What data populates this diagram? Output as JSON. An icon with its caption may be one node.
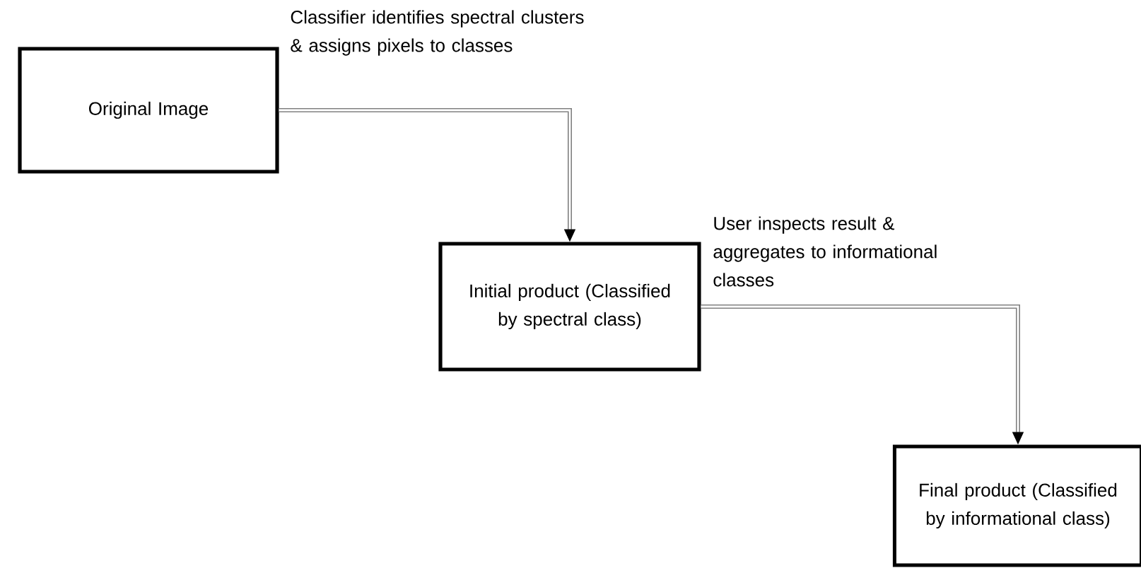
{
  "diagram": {
    "nodes": [
      {
        "text": [
          "Original Image"
        ]
      },
      {
        "text": [
          "Initial product (Classified by spectral class)"
        ]
      },
      {
        "text": [
          "Final product (Classified by informational class)"
        ]
      }
    ],
    "edges": [
      {
        "from": 0,
        "to": 1,
        "arrow": "to",
        "label": "Classifier identifies spectral clusters & assigns pixels to classes"
      },
      {
        "from": 1,
        "to": 2,
        "arrow": "to",
        "label": "User inspects result & aggregates to informational classes"
      }
    ]
  }
}
